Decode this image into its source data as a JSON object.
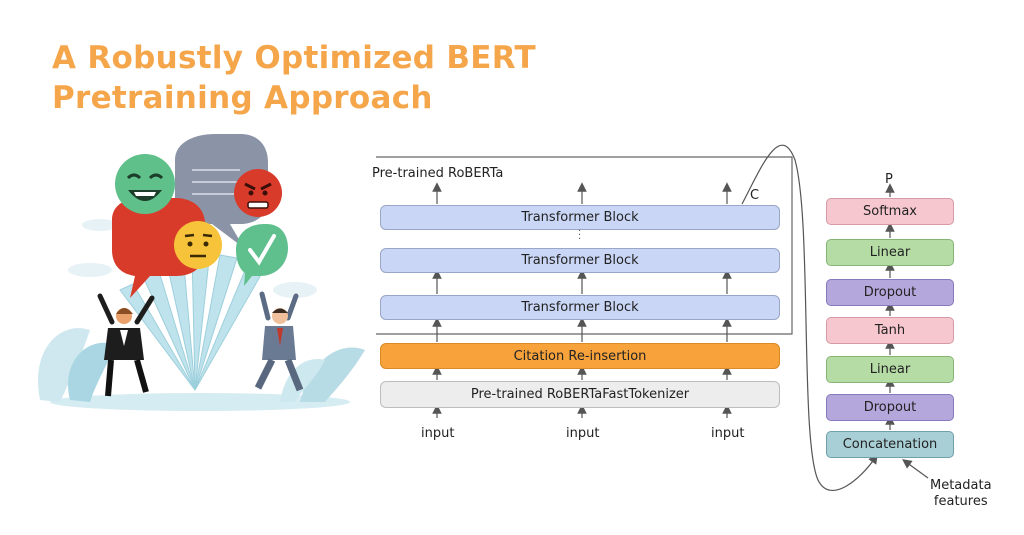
{
  "title_line1": "A Robustly Optimized BERT",
  "title_line2": "Pretraining Approach",
  "roberta": {
    "label": "Pre-trained RoBERTa",
    "c_label": "C",
    "blocks": [
      "Transformer Block",
      "Transformer Block",
      "Transformer Block"
    ],
    "citation": "Citation Re-insertion",
    "tokenizer": "Pre-trained RoBERTaFastTokenizer",
    "inputs": [
      "input",
      "input",
      "input"
    ]
  },
  "head": {
    "output": "P",
    "layers": [
      "Softmax",
      "Linear",
      "Dropout",
      "Tanh",
      "Linear",
      "Dropout",
      "Concatenation"
    ],
    "metadata": [
      "Metadata",
      "features"
    ]
  },
  "colors": {
    "title": "#f5a54a",
    "transformer": "#c9d6f5",
    "citation": "#f7a23a",
    "tokenizer": "#ededed",
    "softmax_tanh": "#f6c7cf",
    "linear": "#b6dca6",
    "dropout": "#b4a7dc",
    "concatenation": "#a9cfd6"
  }
}
